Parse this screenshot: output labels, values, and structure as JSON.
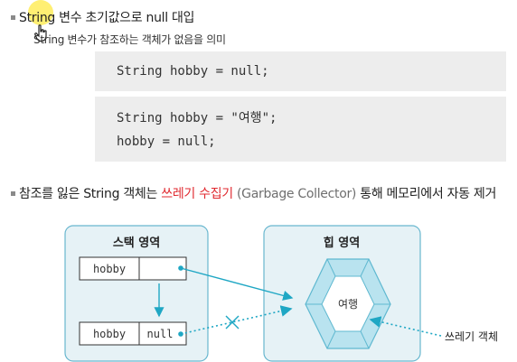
{
  "bullet1": {
    "prefix": "String",
    "text": " 변수 초기값으로 null 대입"
  },
  "bullet1_sub": "String 변수가 참조하는 객체가 없음을 의미",
  "code_block_1": [
    "String hobby = null;"
  ],
  "code_block_2": [
    "String hobby = \"여행\";",
    "hobby = null;"
  ],
  "bullet2": {
    "part1": "참조를 잃은 String 객체는 ",
    "highlight": "쓰레기 수집기",
    "part2": " (Garbage Collector)",
    "part3": " 통해 메모리에서 자동 제거"
  },
  "diagram": {
    "stack_title": "스택 영역",
    "heap_title": "힙 영역",
    "var_name_1": "hobby",
    "var_value_1": "",
    "var_name_2": "hobby",
    "var_value_2": "null",
    "heap_object": "여행",
    "garbage_label": "쓰레기 객체"
  },
  "colors": {
    "highlight_red": "#e0292f",
    "panel_fill": "#e6f2f6",
    "panel_border": "#69b7cf",
    "arrow": "#1fa7c4"
  }
}
